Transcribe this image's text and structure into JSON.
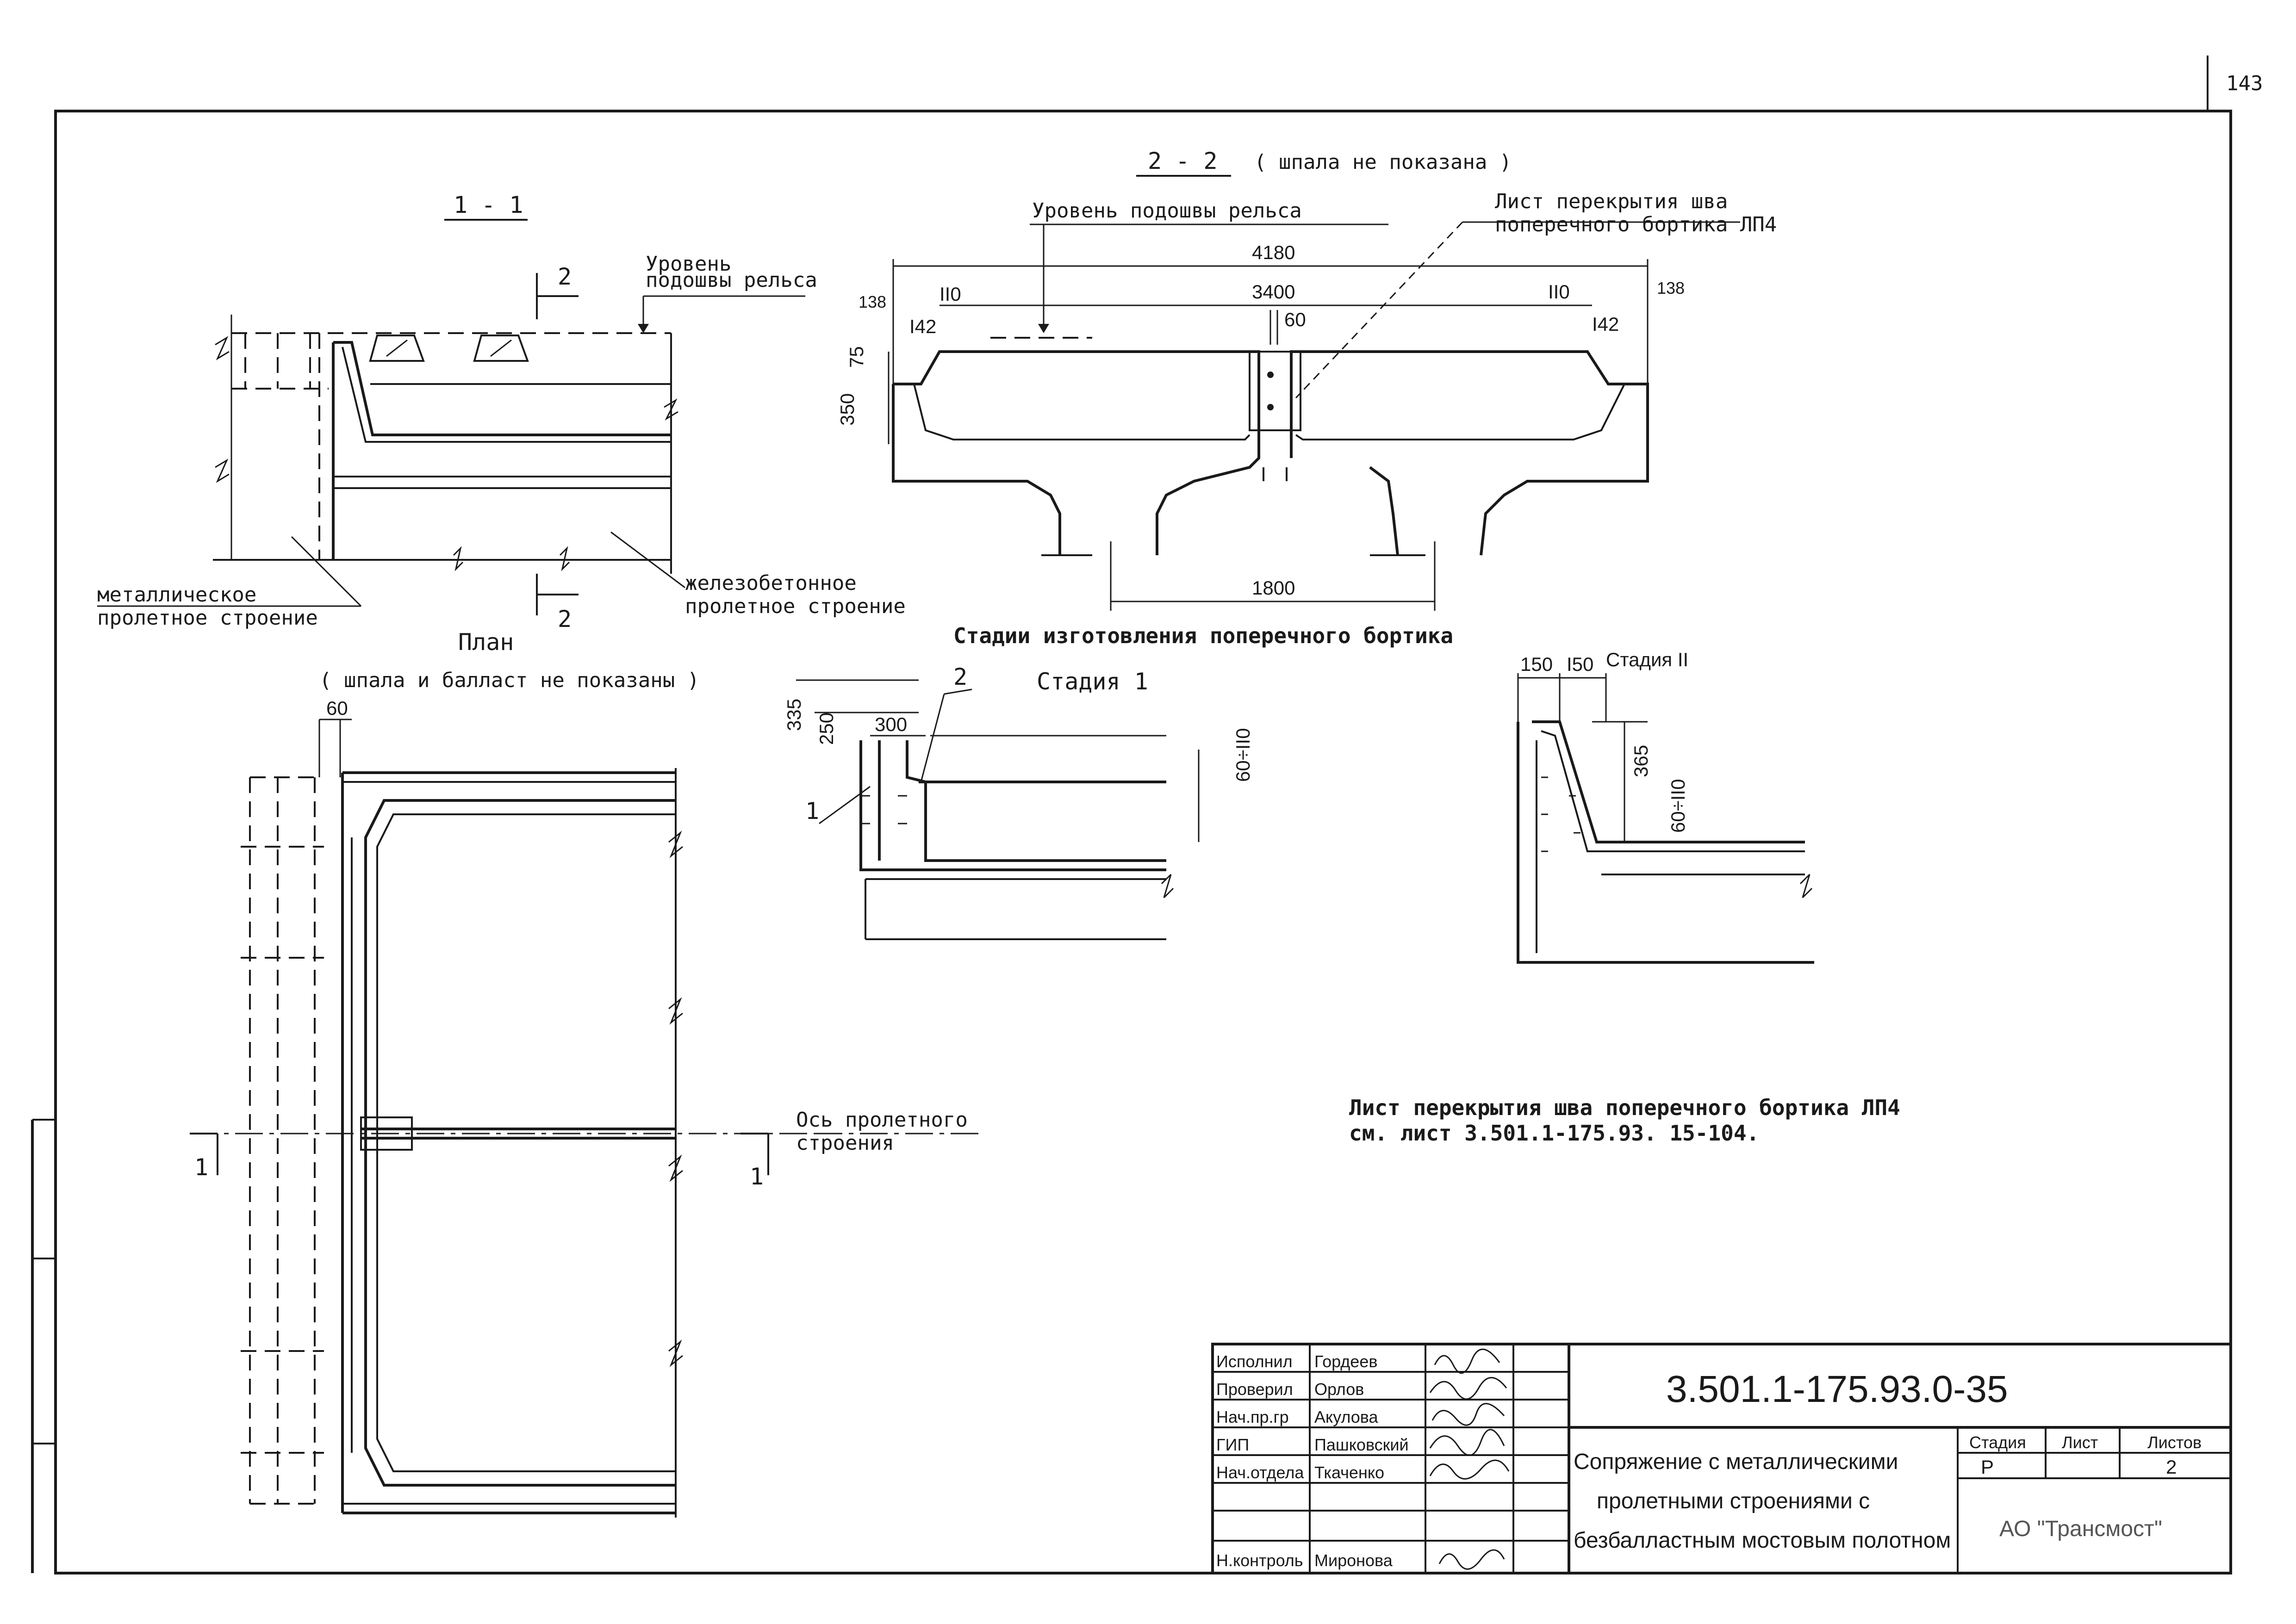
{
  "page_number": "143",
  "section_1_1": {
    "title": "1 - 1",
    "rail_level": [
      "Уровень",
      "подошвы рельса"
    ],
    "section_mark": "2",
    "metal_label": [
      "металлическое",
      "пролетное строение"
    ],
    "rc_label": [
      "железобетонное",
      "пролетное строение"
    ]
  },
  "section_2_2": {
    "title": "2 - 2",
    "note": "( шпала не показана )",
    "rail_level": "Уровень подошвы рельса",
    "sheet_label": [
      "Лист перекрытия шва",
      "поперечного бортика ЛП4"
    ],
    "dims": {
      "overall": "4180",
      "middle": "3400",
      "edge_left": "138",
      "edge_right": "138",
      "i110_left": "II0",
      "i110_right": "II0",
      "i142_left": "I42",
      "i142_right": "I42",
      "gap": "60",
      "h75": "75",
      "h350": "350",
      "bottom": "1800"
    }
  },
  "plan": {
    "title": "План",
    "note": "( шпала и балласт не показаны )",
    "dim60": "60",
    "axis_label": [
      "Ось пролетного",
      "строения"
    ],
    "section_mark": "1"
  },
  "stages": {
    "title": "Стадии изготовления поперечного бортика",
    "stage1": {
      "title": "Стадия 1",
      "callout_2": "2",
      "callout_1": "1",
      "d335": "335",
      "d250": "250",
      "d300": "300",
      "d60_110": "60÷II0"
    },
    "stage2": {
      "title": "Стадия II",
      "d150a": "150",
      "d150b": "I50",
      "d365": "365",
      "d60_110": "60÷II0"
    }
  },
  "note": [
    "Лист перекрытия шва поперечного бортика ЛП4",
    "см. лист 3.501.1-175.93. 15-104."
  ],
  "title_block": {
    "code": "3.501.1-175.93.0-35",
    "roles": [
      "Исполнил",
      "Проверил",
      "Нач.пр.гр",
      "ГИП",
      "Нач.отдела",
      "",
      "Н.контроль"
    ],
    "names": [
      "Гордеев",
      "Орлов",
      "Акулова",
      "Пашковский",
      "Ткаченко",
      "",
      "Миронова"
    ],
    "title": [
      "Сопряжение с металлическими",
      "пролетными строениями с",
      "безбалластным мостовым полотном"
    ],
    "stage_label": "Стадия",
    "sheet_label": "Лист",
    "sheets_label": "Листов",
    "stage_value": "Р",
    "sheets_value": "2",
    "org": "АО \"Трансмост\""
  }
}
